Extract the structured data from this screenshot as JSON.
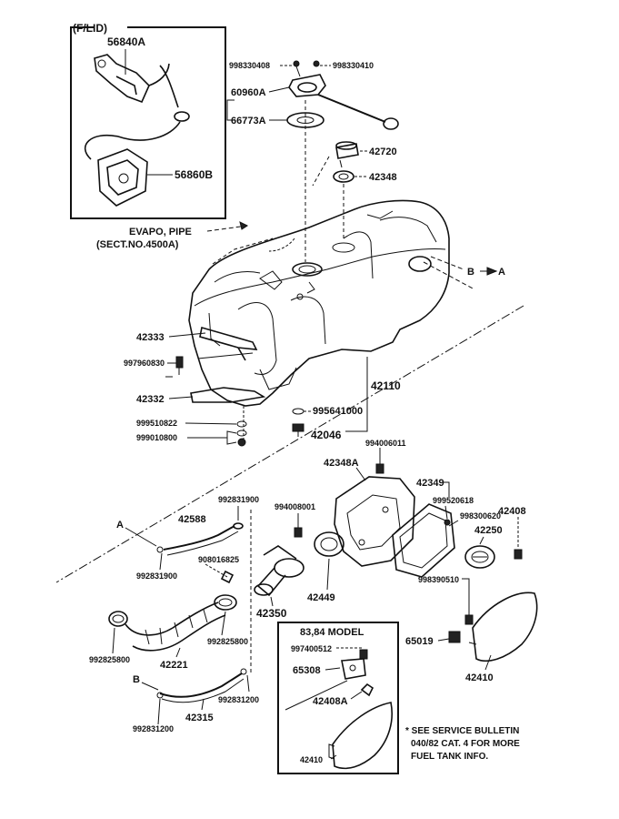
{
  "inset_flid": {
    "title": "(F/LID)",
    "part_top": "56840A",
    "part_bottom": "56860B"
  },
  "evapo": {
    "line1": "EVAPO, PIPE",
    "line2": "(SECT.NO.4500A)"
  },
  "parts": {
    "p998330408": "998330408",
    "p998330410": "998330410",
    "p60960A": "60960A",
    "p66773A": "66773A",
    "p42720": "42720",
    "p42348": "42348",
    "p42333": "42333",
    "p997960830": "997960830",
    "p42332": "42332",
    "p42110": "42110",
    "p995641000": "995641000",
    "p42046": "42046",
    "p999510822": "999510822",
    "p999010800": "999010800",
    "p994006011": "994006011",
    "p42348A": "42348A",
    "p42349": "42349",
    "p999520618": "999520618",
    "p998300620": "998300620",
    "p42408": "42408",
    "p42250": "42250",
    "p992831900a": "992831900",
    "p994008001": "994008001",
    "p42588": "42588",
    "p908016825": "908016825",
    "p992831900b": "992831900",
    "p42350": "42350",
    "p42449": "42449",
    "p998390510": "998390510",
    "p992825800a": "992825800",
    "p992825800b": "992825800",
    "p42221": "42221",
    "p65019": "65019",
    "p42410": "42410",
    "p992831200a": "992831200",
    "p42315": "42315",
    "p992831200b": "992831200"
  },
  "refs": {
    "a1": "A",
    "b1": "B",
    "a2": "A",
    "b2": "B"
  },
  "inset_model": {
    "title": "83,84 MODEL",
    "p997400512": "997400512",
    "p65308": "65308",
    "p42408A": "42408A",
    "p42410": "42410"
  },
  "footnote": {
    "line1": "* SEE SERVICE BULLETIN",
    "line2": "040/82 CAT. 4 FOR MORE",
    "line3": "FUEL TANK INFO."
  }
}
